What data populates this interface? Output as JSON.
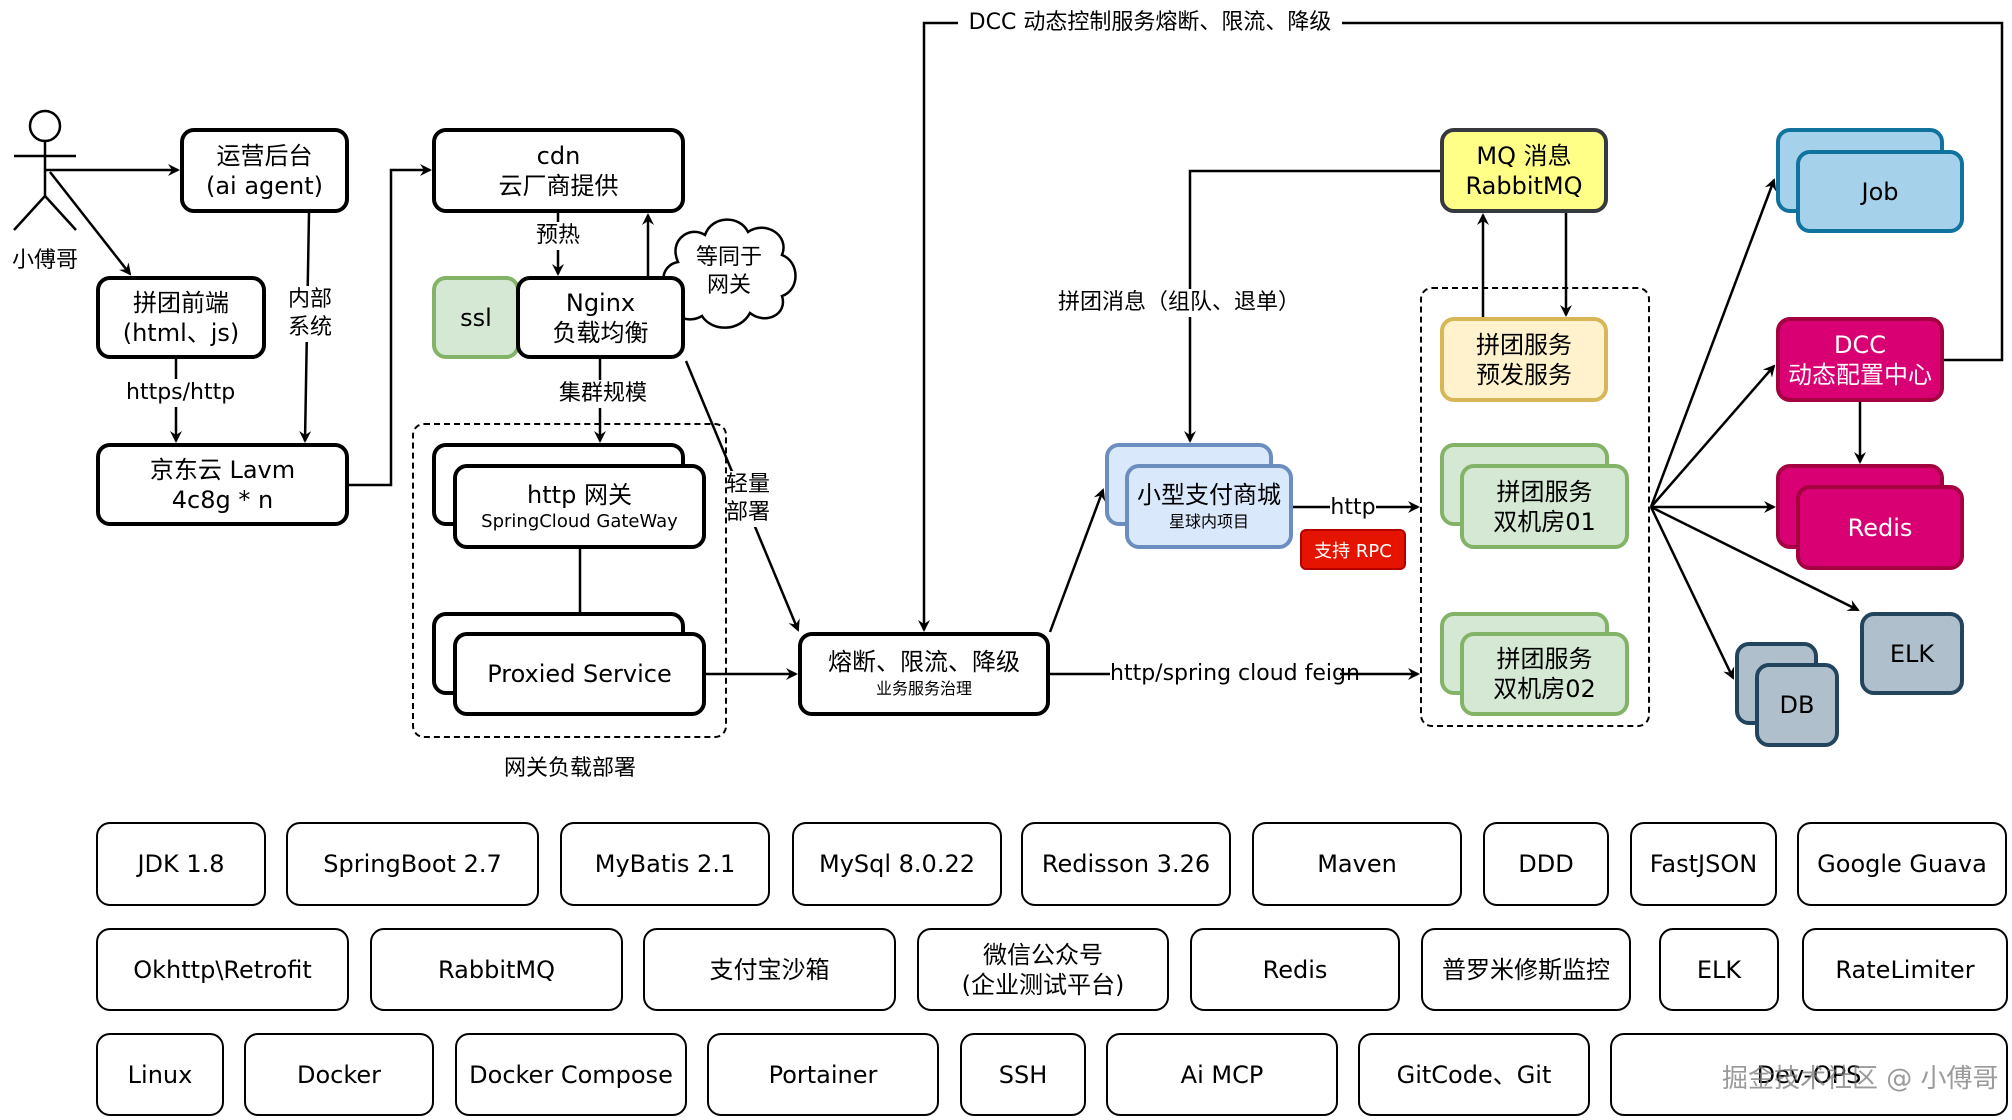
{
  "actor": {
    "name": "小傅哥"
  },
  "nodes": {
    "ops_backend": [
      "运营后台",
      "(ai agent)"
    ],
    "frontend": [
      "拼团前端",
      "(html、js)"
    ],
    "jd_cloud": [
      "京东云 Lavm",
      "4c8g * n"
    ],
    "cdn": [
      "cdn",
      "云厂商提供"
    ],
    "ssl": "ssl",
    "nginx": [
      "Nginx",
      "负载均衡"
    ],
    "cloud_note": [
      "等同于",
      "网关"
    ],
    "http_gateway": {
      "title": "http 网关",
      "subtitle": "SpringCloud GateWay"
    },
    "proxied_service": "Proxied Service",
    "gateway_group_label": "网关负载部署",
    "governance": {
      "title": "熔断、限流、降级",
      "subtitle": "业务服务治理"
    },
    "mall": {
      "title": "小型支付商城",
      "subtitle": "星球内项目"
    },
    "rpc_badge": "支持 RPC",
    "mq": [
      "MQ 消息",
      "RabbitMQ"
    ],
    "pre_release": [
      "拼团服务",
      "预发服务"
    ],
    "room01": [
      "拼团服务",
      "双机房01"
    ],
    "room02": [
      "拼团服务",
      "双机房02"
    ],
    "job": "Job",
    "dcc": [
      "DCC",
      "动态配置中心"
    ],
    "redis": "Redis",
    "elk": "ELK",
    "db": "DB"
  },
  "edge_labels": {
    "internal_system": [
      "内部",
      "系统"
    ],
    "https_http": "https/http",
    "preheat": "预热",
    "cluster_scale": "集群规模",
    "lightweight_deploy": [
      "轻量",
      "部署"
    ],
    "dcc_control": "DCC 动态控制服务熔断、限流、降级",
    "group_message": "拼团消息（组队、退单）",
    "http": "http",
    "feign": "http/spring cloud feign"
  },
  "tech_stack": {
    "row1": [
      "JDK 1.8",
      "SpringBoot 2.7",
      "MyBatis 2.1",
      "MySql 8.0.22",
      "Redisson 3.26",
      "Maven",
      "DDD",
      "FastJSON",
      "Google Guava"
    ],
    "row2": [
      "Okhttp\\Retrofit",
      "RabbitMQ",
      "支付宝沙箱",
      "微信公众号\n(企业测试平台)",
      "Redis",
      "普罗米修斯监控",
      "ELK",
      "RateLimiter"
    ],
    "row3": [
      "Linux",
      "Docker",
      "Docker Compose",
      "Portainer",
      "SSH",
      "Ai MCP",
      "GitCode、Git",
      "Dev-OPS"
    ]
  },
  "watermark": "掘金技术社区 @ 小傅哥",
  "colors": {
    "green_fill": "#d5e8d4",
    "green_stroke": "#82b366",
    "yellow_fill": "#ffff88",
    "light_yellow_fill": "#fff2cc",
    "blue_fill": "#dae8fc",
    "cyan_fill": "#a6d1ea",
    "crimson_fill": "#d80073",
    "slate_fill": "#b0bfcc",
    "rpc_red": "#e51400"
  }
}
